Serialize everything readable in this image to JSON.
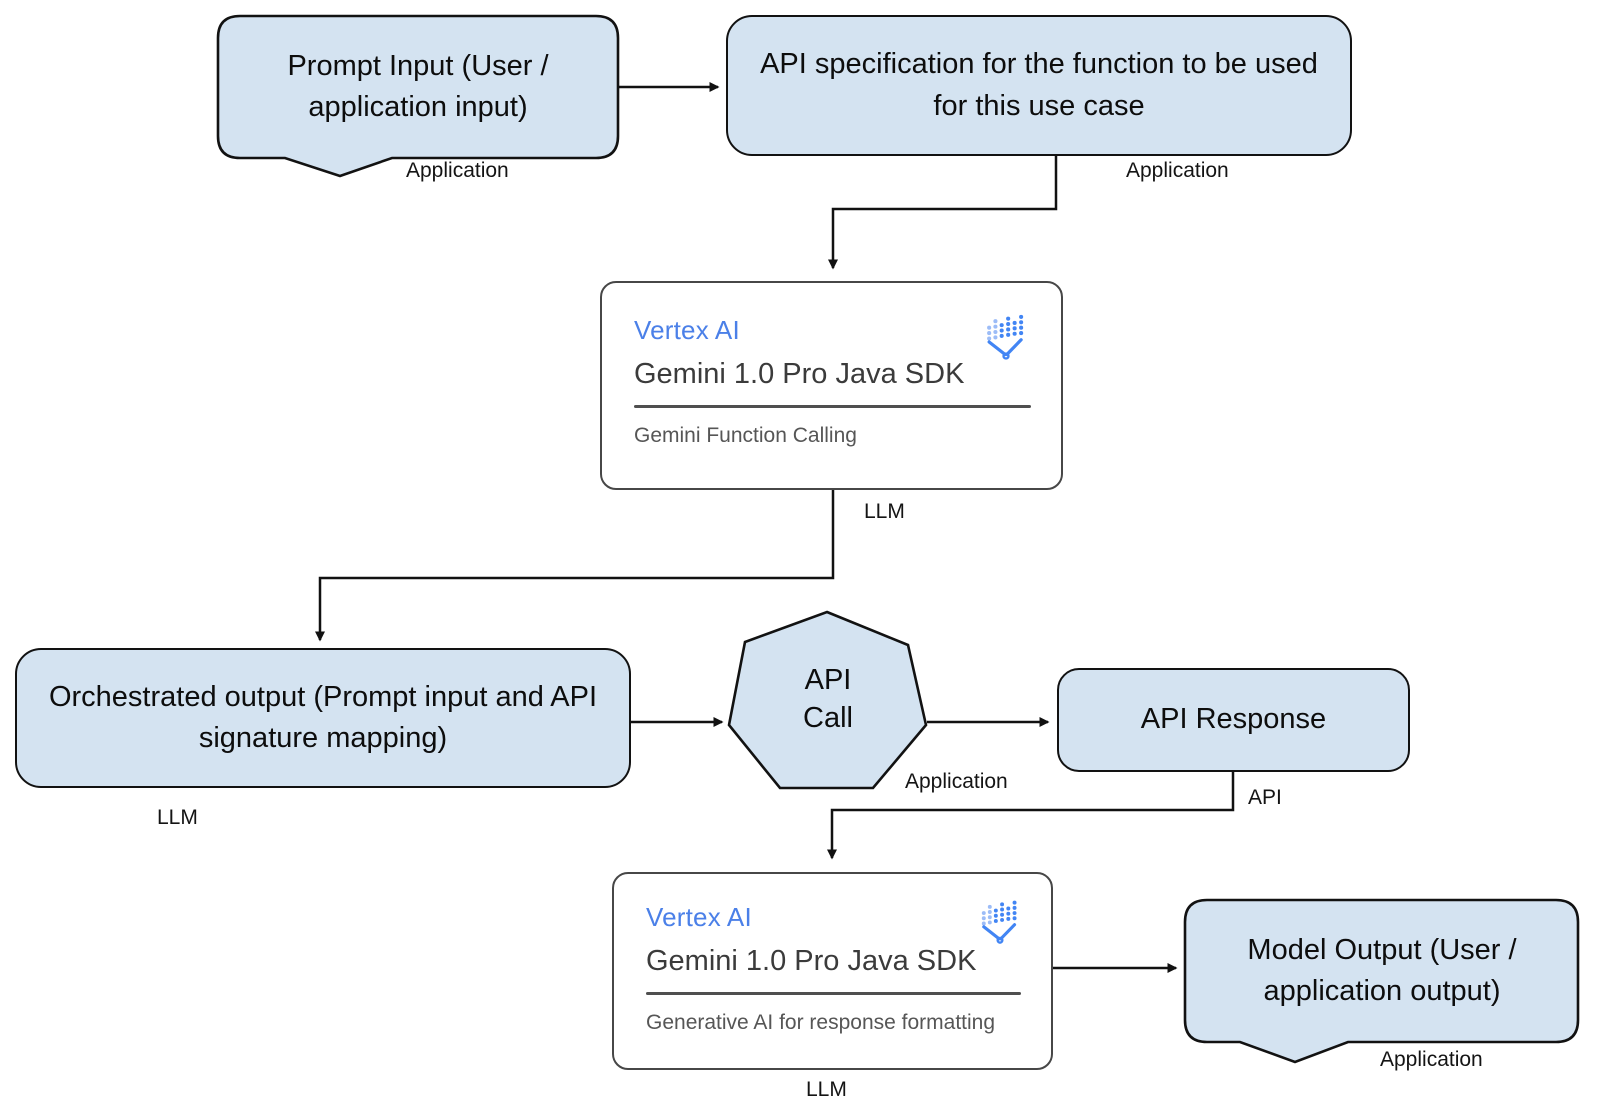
{
  "diagram": {
    "title_hint": "Gemini function calling flow",
    "colors": {
      "node_fill": "#d4e3f1",
      "node_border": "#121212",
      "card_border": "#474747",
      "vertex_blue": "#4b80e8",
      "icon_blue": "#4285f4",
      "icon_blue_light": "#9cbcf7",
      "connector": "#111111"
    },
    "nodes": {
      "prompt_input": {
        "text": "Prompt Input (User / application input)",
        "tag": "Application"
      },
      "api_spec": {
        "text": "API specification for the function to be used for this use case",
        "tag": "Application"
      },
      "llm_card_1": {
        "product": "Vertex AI",
        "sdk": "Gemini 1.0 Pro Java SDK",
        "caption": "Gemini Function Calling",
        "tag": "LLM"
      },
      "orchestrated_output": {
        "text": "Orchestrated output (Prompt input and API signature mapping)",
        "tag": "LLM"
      },
      "api_call": {
        "line1": "API",
        "line2": "Call",
        "tag": "Application"
      },
      "api_response": {
        "text": "API Response",
        "tag": "API"
      },
      "llm_card_2": {
        "product": "Vertex AI",
        "sdk": "Gemini 1.0 Pro Java SDK",
        "caption": "Generative AI for response formatting",
        "tag": "LLM"
      },
      "model_output": {
        "text": "Model Output (User / application output)",
        "tag": "Application"
      }
    }
  }
}
